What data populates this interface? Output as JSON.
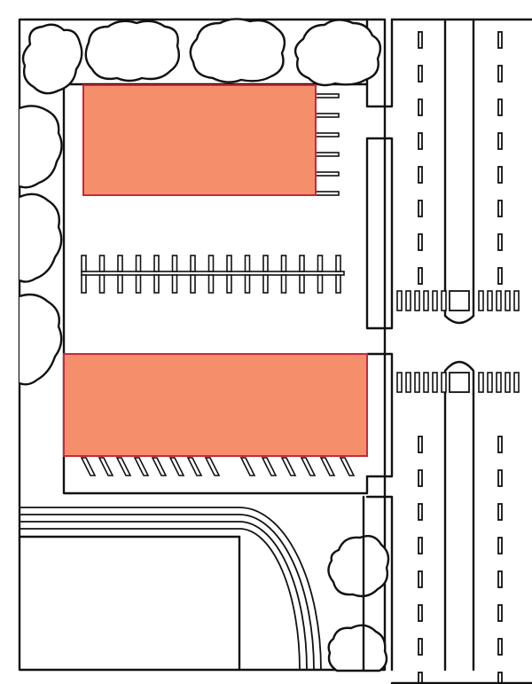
{
  "diagram": {
    "colors": {
      "building_fill": "#f58f6b",
      "building_stroke": "#c8283a",
      "line": "#111111",
      "background": "#ffffff"
    },
    "elements": {
      "buildings": 2,
      "trees": 9,
      "parking_rows": 3,
      "crosswalks": 2,
      "running_track_lanes": 4
    }
  }
}
